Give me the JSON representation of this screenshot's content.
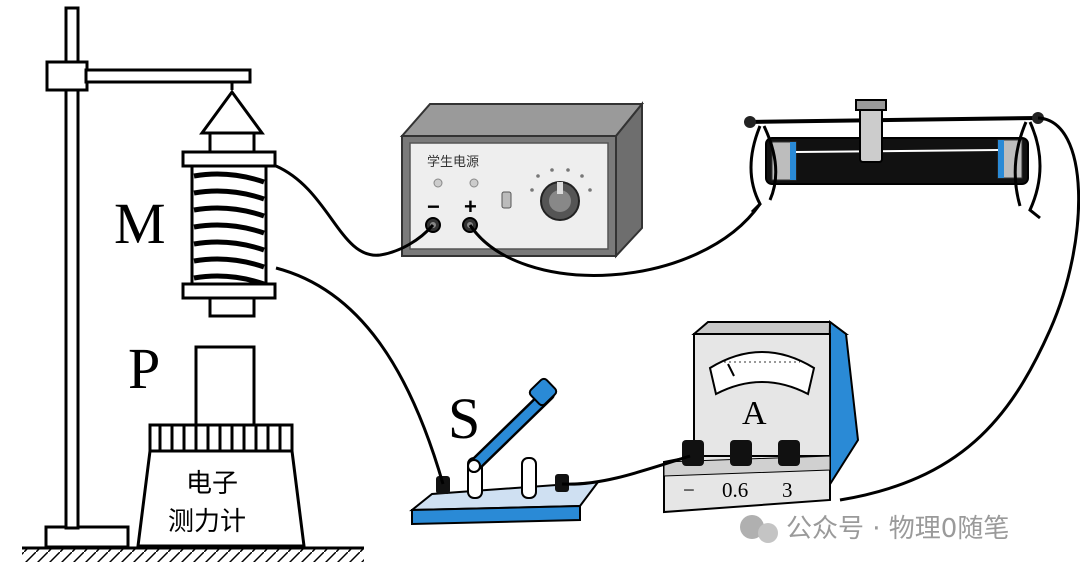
{
  "labels": {
    "coil": "M",
    "iron_block": "P",
    "switch": "S",
    "ammeter": "A",
    "scale": "电子\n测力计",
    "scale_line1": "电子",
    "scale_line2": "测力计"
  },
  "power_supply": {
    "title": "学生电源",
    "minus": "−",
    "plus": "+"
  },
  "ammeter_terminals": {
    "minus": "−",
    "t1": "0.6",
    "t2": "3"
  },
  "watermark": "公众号 · 物理0随笔",
  "colors": {
    "accent_blue": "#2a8ad6",
    "line": "#000000",
    "panel_grey": "#e6e6e6",
    "dark_grey": "#555555"
  }
}
